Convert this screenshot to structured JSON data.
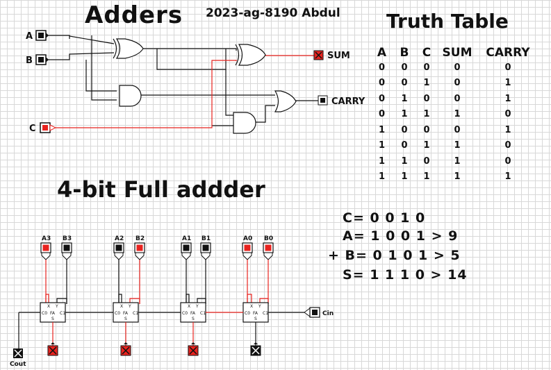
{
  "title": "Adders",
  "author": "2023-ag-8190 Abdul",
  "truth_table": {
    "title": "Truth Table",
    "headers": [
      "A",
      "B",
      "C",
      "SUM",
      "CARRY"
    ],
    "rows": [
      [
        "0",
        "0",
        "0",
        "0",
        "0"
      ],
      [
        "0",
        "0",
        "1",
        "0",
        "1"
      ],
      [
        "0",
        "1",
        "0",
        "0",
        "1"
      ],
      [
        "0",
        "1",
        "1",
        "1",
        "0"
      ],
      [
        "1",
        "0",
        "0",
        "0",
        "1"
      ],
      [
        "1",
        "0",
        "1",
        "1",
        "0"
      ],
      [
        "1",
        "1",
        "0",
        "1",
        "0"
      ],
      [
        "1",
        "1",
        "1",
        "1",
        "1"
      ]
    ]
  },
  "half_circuit": {
    "inputs": [
      "A",
      "B",
      "C"
    ],
    "outputs": [
      "SUM",
      "CARRY"
    ]
  },
  "fourbit": {
    "title": "4-bit Full addder",
    "input_labels": [
      "A3",
      "B3",
      "A2",
      "B2",
      "A1",
      "B1",
      "A0",
      "B0"
    ],
    "cin_label": "Cin",
    "cout_label": "Cout",
    "adder_pins": {
      "x": "X",
      "y": "Y",
      "co": "C0",
      "ci": "C1",
      "fa": "FA",
      "s": "S"
    }
  },
  "equations": {
    "c_line": "C= 0  0  1  0",
    "a_line": "A= 1  0  0  1  >  9",
    "b_line": "+ B= 0  1  0  1  >  5",
    "s_line": "S= 1  1  1  0  >  14"
  },
  "colors": {
    "on": "#e8231f",
    "off": "#111111",
    "grid": "#d8d8d8"
  }
}
